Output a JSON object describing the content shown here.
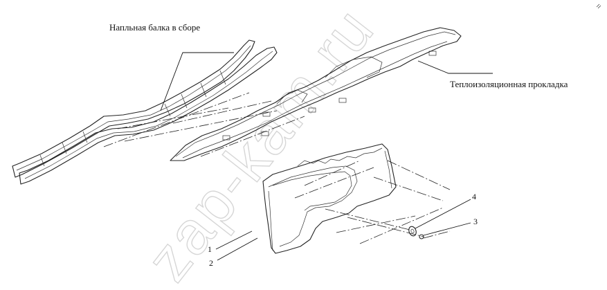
{
  "diagram": {
    "labels": {
      "frame_assembly": "Напльная балка в сборе",
      "insulation_pad": "Теплоизоляционная прокладка"
    },
    "callouts": [
      "1",
      "2",
      "3",
      "4"
    ],
    "watermark": "zap-kam.ru"
  }
}
